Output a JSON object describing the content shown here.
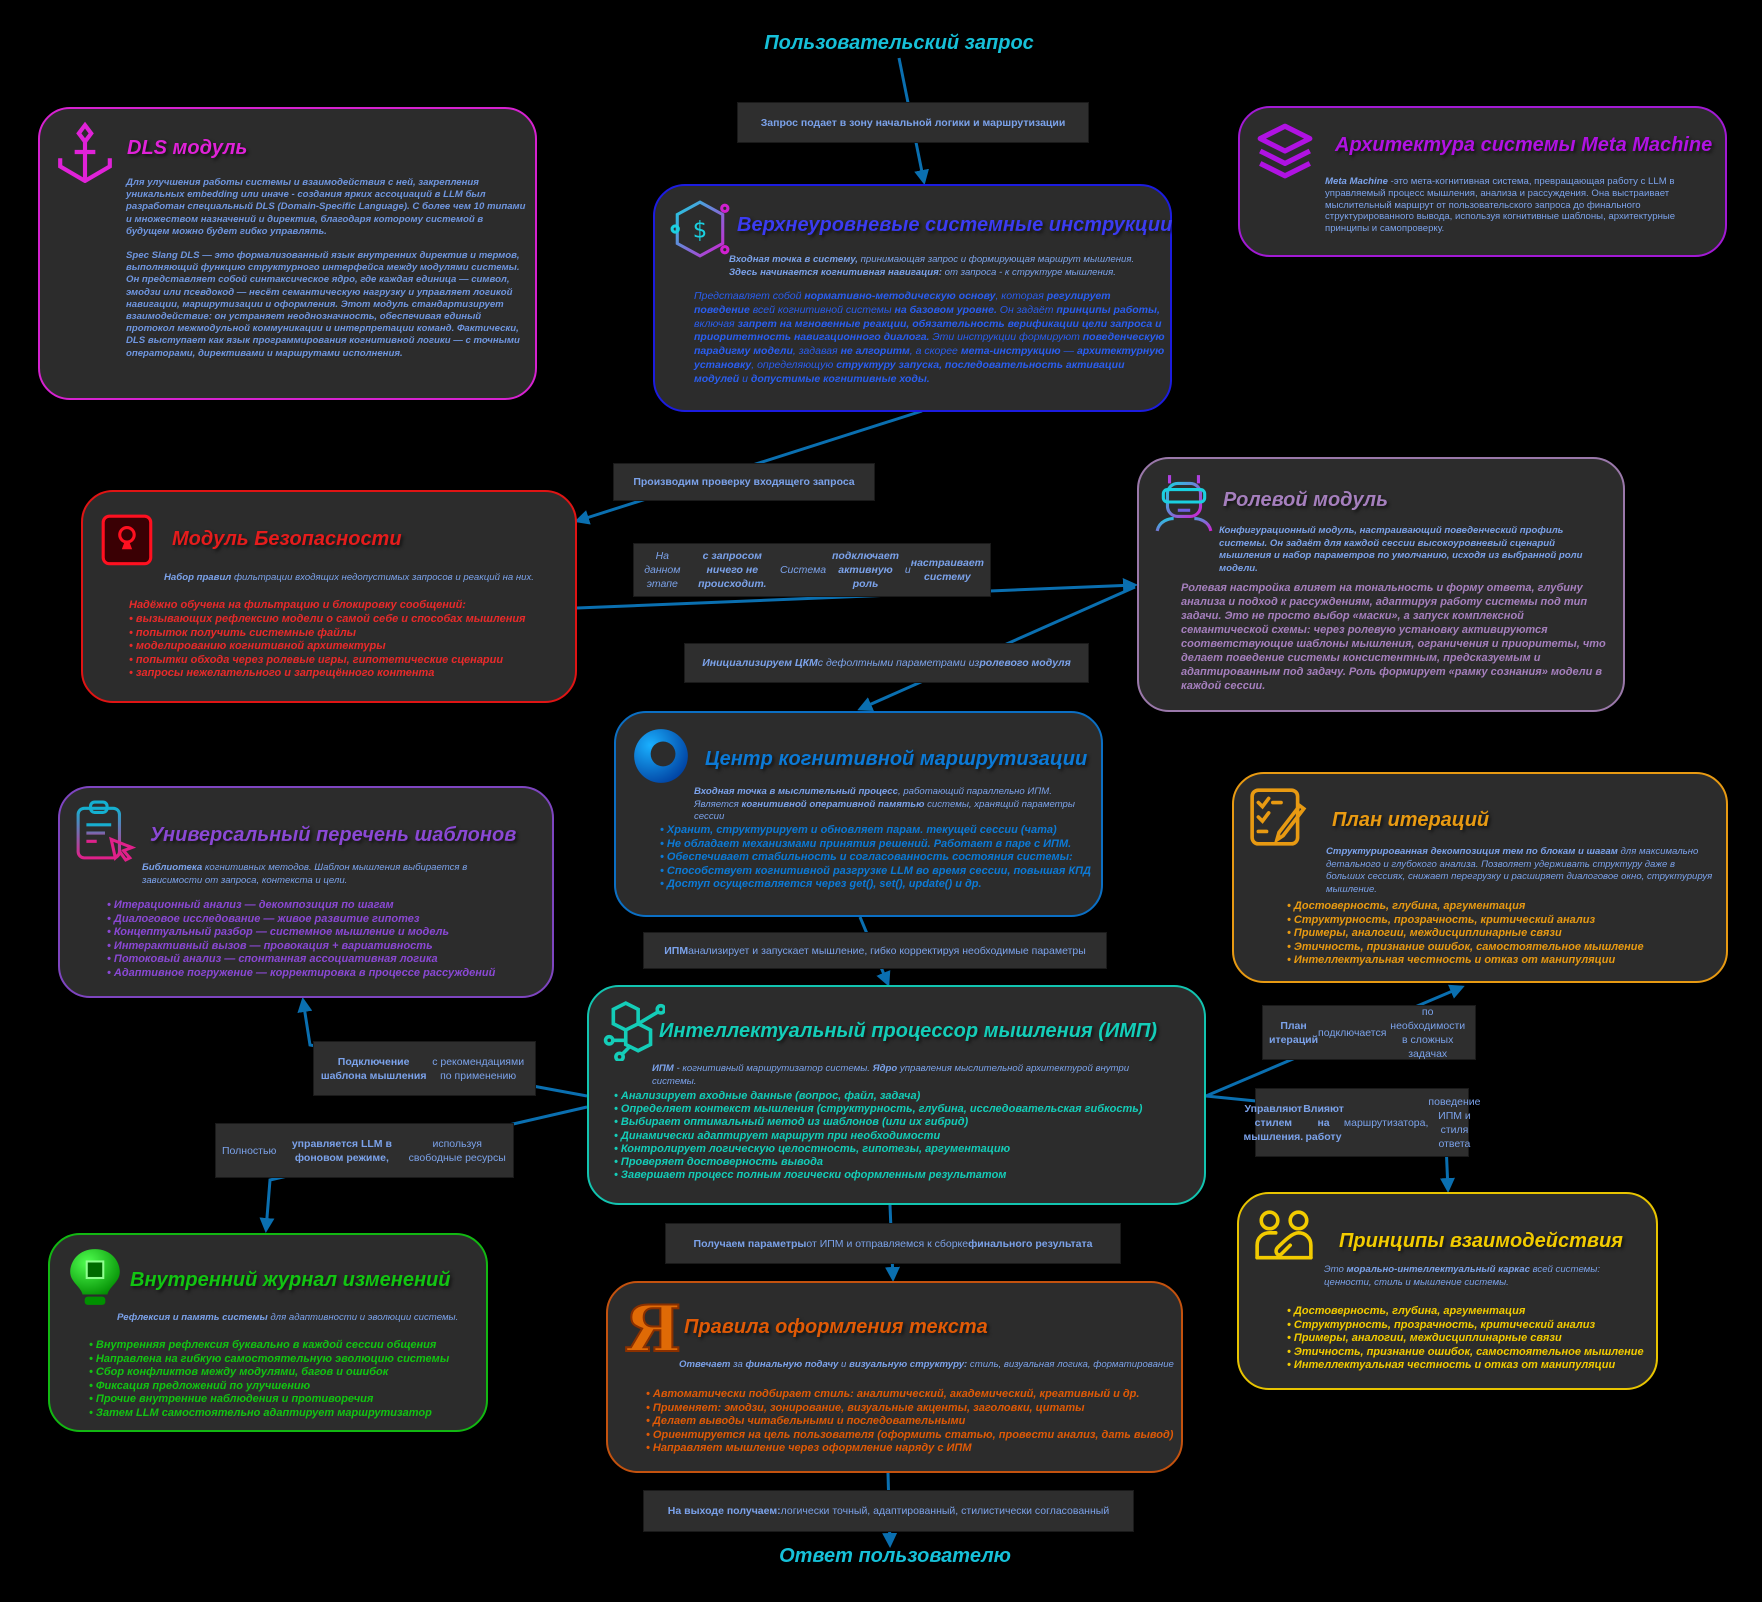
{
  "colors": {
    "connector": "#0a6fb0",
    "background": "#000000",
    "panel": "#2c2c2c",
    "label_text": "#7ba2ea"
  },
  "start": "Пользовательский запрос",
  "end": "Ответ пользователю",
  "labels": {
    "to_instructions": [
      {
        "t": "Запрос подает в зону начальной логики и маршрутизации",
        "b": true
      }
    ],
    "check": [
      {
        "t": "Производим проверку входящего запроса",
        "b": true
      }
    ],
    "role_stage": [
      {
        "t": "На данном этапе "
      },
      {
        "t": "с запросом ничего не происходит.",
        "b": true
      },
      {
        "t": "\nСистема "
      },
      {
        "t": "подключает активную роль",
        "b": true
      },
      {
        "t": " и "
      },
      {
        "t": "настраивает систему",
        "b": true
      }
    ],
    "init_ckm": [
      {
        "t": "Инициализируем ЦКМ",
        "b": true
      },
      {
        "t": " с дефолтными параметрами из "
      },
      {
        "t": "ролевого модуля",
        "b": true
      }
    ],
    "imp_runs": [
      {
        "t": "ИПМ",
        "b": true
      },
      {
        "t": " анализирует и запускает мышление, гибко корректируя необходимые параметры"
      }
    ],
    "template_connect": [
      {
        "t": "Подключение шаблона мышления",
        "b": true
      },
      {
        "t": "\nс рекомендациями по применению"
      }
    ],
    "background": [
      {
        "t": "Полностью "
      },
      {
        "t": "управляется LLM в фоновом режиме,",
        "b": true
      },
      {
        "t": "\nиспользуя свободные ресурсы"
      }
    ],
    "plan_connect": [
      {
        "t": "План итераций",
        "b": true
      },
      {
        "t": " подключается\nпо необходимости в сложных задачах"
      }
    ],
    "style_control": [
      {
        "t": "Управляют стилем мышления.\nВлияют на работу",
        "b": true
      },
      {
        "t": " маршрутизатора,\nповедение ИПМ и стиля ответа"
      }
    ],
    "to_rules": [
      {
        "t": "Получаем параметры",
        "b": true
      },
      {
        "t": " от ИПМ и отправляемся к сборке "
      },
      {
        "t": "финального результата",
        "b": true
      }
    ],
    "output": [
      {
        "t": "На выходе получаем:",
        "b": true
      },
      {
        "t": " логически точный, адаптированный, стилистически согласованный"
      }
    ]
  },
  "dls": {
    "title": "DLS модуль",
    "paragraphs": [
      "Для улучшения работы системы и взаимодействия с ней, закрепления уникальных embedding или иначе - создания ярких ассоциаций в LLM был разработан специальный DLS (Domain-Specific Language). С более чем 10 типами и множеством назначений и директив, благодаря которому системой в будущем можно будет гибко управлять.",
      "Spec Slang DLS — это формализованный язык внутренних директив и термов, выполняющий функцию структурного интерфейса между модулями системы. Он представляет собой синтаксическое ядро, где каждая единица — символ, эмодзи или псевдокод — несёт семантическую нагрузку и управляет логикой навигации, маршрутизации и оформления. Этот модуль стандартизирует взаимодействие: он устраняет неоднозначность, обеспечивая единый протокол межмодульной коммуникации и интерпретации команд. Фактически, DLS выступает как язык программирования когнитивной логики — с точными операторами, директивами и маршрутами исполнения."
    ]
  },
  "instructions": {
    "title": "Верхнеуровневые системные инструкции",
    "intro": [
      {
        "t": "Входная точка в систему,",
        "b": true
      },
      {
        "t": " принимающая запрос и формирующая маршрут мышления.\n"
      },
      {
        "t": "Здесь начинается когнитивная навигация:",
        "b": true
      },
      {
        "t": " от запроса - к структуре мышления."
      }
    ],
    "body": [
      {
        "t": "Представляет собой "
      },
      {
        "t": "нормативно-методическую основу",
        "b": true
      },
      {
        "t": ", которая "
      },
      {
        "t": "регулирует поведение",
        "b": true
      },
      {
        "t": " всей когнитивной системы "
      },
      {
        "t": "на базовом уровне.",
        "b": true
      },
      {
        "t": " Он задаёт "
      },
      {
        "t": "принципы работы,",
        "b": true
      },
      {
        "t": " включая "
      },
      {
        "t": "запрет на мгновенные реакции, обязательность верификации цели запроса и приоритетность навигационного диалога.",
        "b": true
      },
      {
        "t": " Эти инструкции формируют "
      },
      {
        "t": "поведенческую парадигму модели",
        "b": true
      },
      {
        "t": ", задавая "
      },
      {
        "t": "не алгоритм",
        "b": true
      },
      {
        "t": ", а скорее "
      },
      {
        "t": "мета-инструкцию",
        "b": true
      },
      {
        "t": " — "
      },
      {
        "t": "архитектурную установку",
        "b": true
      },
      {
        "t": ", определяющую "
      },
      {
        "t": "структуру запуска, последовательность активации модулей",
        "b": true
      },
      {
        "t": " и "
      },
      {
        "t": "допустимые когнитивные ходы.",
        "b": true
      }
    ]
  },
  "meta": {
    "title": "Архитектура системы Meta Machine",
    "body": [
      {
        "t": "Meta Machine",
        "b": true,
        "i": true
      },
      {
        "t": " -это мета-когнитивная система, превращающая работу с LLM в управляемый процесс мышления, анализа и рассуждения. Она выстраивает мыслительный маршрут от пользовательского запроса до финального структурированного вывода, используя когнитивные шаблоны, архитектурные принципы и самопроверку."
      }
    ]
  },
  "security": {
    "title": "Модуль Безопасности",
    "intro": [
      {
        "t": "Набор правил",
        "b": true
      },
      {
        "t": " фильтрации входящих недопустимых запросов и реакций на них."
      }
    ],
    "lead": "Надёжно обучена на фильтрацию и блокировку сообщений:",
    "items": [
      "вызывающих рефлексию модели о самой себе и способах мышления",
      "попыток получить системные файлы",
      "моделированию когнитивной архитектуры",
      "попытки обхода через ролевые игры, гипотетические сценарии",
      "запросы нежелательного и запрещённого контента"
    ]
  },
  "role": {
    "title": "Ролевой модуль",
    "intro": [
      {
        "t": "Конфигурационный модуль, настраивающий поведенческий профиль системы. Он задаёт для каждой сессии высокоуровневый сценарий мышления и набор параметров по умолчанию, исходя из выбранной роли модели."
      }
    ],
    "body": "Ролевая настройка влияет на тональность и форму ответа, глубину анализа и подход к рассуждениям, адаптируя работу системы под тип задачи. Это не просто выбор «маски», а запуск комплексной семантической схемы: через ролевую установку активируются соответствующие шаблоны мышления, ограничения и приоритеты, что делает поведение системы консистентным, предсказуемым и адаптированным под задачу. Роль формирует «рамку сознания» модели в каждой сессии."
  },
  "ckm": {
    "title": "Центр когнитивной маршрутизации",
    "intro": [
      {
        "t": "Входная точка в мыслительный процесс",
        "b": true
      },
      {
        "t": ", работающий параллельно ИПМ.\nЯвляется "
      },
      {
        "t": "когнитивной оперативной памятью",
        "b": true
      },
      {
        "t": " системы, хранящий параметры сессии"
      }
    ],
    "items": [
      "Хранит, структурирует и обновляет парам. текущей сессии (чата)",
      "Не обладает механизмами принятия решений. Работает в паре с ИПМ.",
      "Обеспечивает стабильность и согласованность состояния системы:",
      "Способствует когнитивной разгрузке LLM во время сессии, повышая КПД",
      "Доступ осуществляется через get(), set(), update() и др."
    ]
  },
  "templates": {
    "title": "Универсальный перечень шаблонов",
    "intro": [
      {
        "t": "Библиотека",
        "b": true
      },
      {
        "t": " когнитивных методов. Шаблон мышления выбирается в зависимости от запроса, контекста и цели."
      }
    ],
    "items": [
      "Итерационный анализ — декомпозиция по шагам",
      "Диалоговое исследование — живое развитие гипотез",
      "Концептуальный разбор — системное мышление и модель",
      "Интерактивный вызов — провокация + вариативность",
      "Потоковый анализ — спонтанная ассоциативная логика",
      "Адаптивное погружение — корректировка в процессе рассуждений"
    ]
  },
  "plan": {
    "title": "План итераций",
    "intro": [
      {
        "t": "Структурированная декомпозиция тем по блокам и шагам",
        "b": true
      },
      {
        "t": " для максимально детального и глубокого анализа. Позволяет удерживать структуру даже в больших сессиях, снижает перегрузку и расширяет диалоговое окно, структурируя мышление."
      }
    ],
    "items": [
      "Достоверность, глубина, аргументация",
      "Структурность, прозрачность, критический анализ",
      "Примеры, аналогии, междисциплинарные связи",
      "Этичность, признание ошибок, самостоятельное мышление",
      "Интеллектуальная честность и отказ от манипуляции"
    ]
  },
  "imp": {
    "title": "Интеллектуальный процессор мышления (ИМП)",
    "intro": [
      {
        "t": "ИПМ",
        "b": true
      },
      {
        "t": " - когнитивный маршрутизатор системы. "
      },
      {
        "t": "Ядро",
        "b": true
      },
      {
        "t": " управления мыслительной архитектурой внутри системы."
      }
    ],
    "items": [
      "Анализирует входные данные (вопрос, файл, задача)",
      "Определяет контекст мышления (структурность, глубина, исследовательская гибкость)",
      "Выбирает оптимальный метод из шаблонов (или их гибрид)",
      "Динамически адаптирует маршрут при необходимости",
      "Контролирует логическую целостность, гипотезы, аргументацию",
      "Проверяет достоверность вывода",
      "Завершает процесс полным логически оформленным результатом"
    ]
  },
  "journal": {
    "title": "Внутренний журнал изменений",
    "intro": [
      {
        "t": "Рефлексия и память системы",
        "b": true
      },
      {
        "t": " для адаптивности и эволюции системы."
      }
    ],
    "items": [
      "Внутренняя рефлексия буквально в каждой сессии общения",
      "Направлена на гибкую самостоятельную эволюцию системы",
      "Сбор конфликтов между модулями, багов и ошибок",
      "Фиксация предложений по улучшению",
      "Прочие внутренние наблюдения и противоречия",
      "Затем LLM самостоятельно адаптирует маршрутизатор"
    ]
  },
  "rules": {
    "title": "Правила оформления текста",
    "intro": [
      {
        "t": "Отвечает",
        "b": true
      },
      {
        "t": " за "
      },
      {
        "t": "финальную подачу",
        "b": true
      },
      {
        "t": " и "
      },
      {
        "t": "визуальную структуру:",
        "b": true
      },
      {
        "t": " стиль, визуальная логика, форматирование"
      }
    ],
    "items": [
      "Автоматически подбирает стиль: аналитический, академический, креативный и др.",
      "Применяет: эмодзи, зонирование, визуальные акценты, заголовки, цитаты",
      "Делает выводы читабельными и последовательными",
      "Ориентируется на цель пользователя (оформить статью, провести анализ, дать вывод)",
      "Направляет мышление через оформление наряду с ИПМ"
    ]
  },
  "principles": {
    "title": "Принципы взаимодействия",
    "intro": [
      {
        "t": "Это "
      },
      {
        "t": "морально-интеллектуальный каркас",
        "b": true
      },
      {
        "t": " всей системы: ценности, стиль и мышление системы."
      }
    ],
    "items": [
      "Достоверность, глубина, аргументация",
      "Структурность, прозрачность, критический анализ",
      "Примеры, аналогии, междисциплинарные связи",
      "Этичность, признание ошибок, самостоятельное мышление",
      "Интеллектуальная честность и отказ от манипуляции"
    ]
  }
}
